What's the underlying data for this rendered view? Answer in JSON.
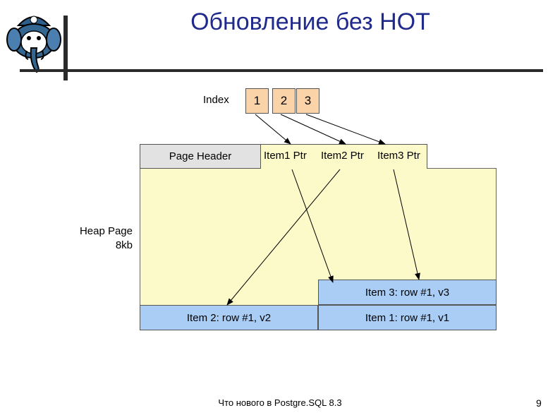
{
  "title": "Обновление без HOT",
  "index_label": "Index",
  "index_entries": [
    "1",
    "2",
    "3"
  ],
  "page_header": "Page Header",
  "item_pointers": [
    "Item1 Ptr",
    "Item2 Ptr",
    "Item3 Ptr"
  ],
  "heap_label_line1": "Heap Page",
  "heap_label_line2": "8kb",
  "rows": {
    "item3": "Item 3: row #1, v3",
    "item2": "Item 2: row #1, v2",
    "item1": "Item 1: row #1, v1"
  },
  "footer": "Что нового в Postgre.SQL 8.3",
  "page_number": "9",
  "colors": {
    "title": "#1f2a8c",
    "index_box": "#fbd3a8",
    "heap_page": "#fcfac9",
    "row_box": "#a9cdf5",
    "page_header": "#e2e2e2"
  },
  "logo": "postgresql-elephant-icon"
}
